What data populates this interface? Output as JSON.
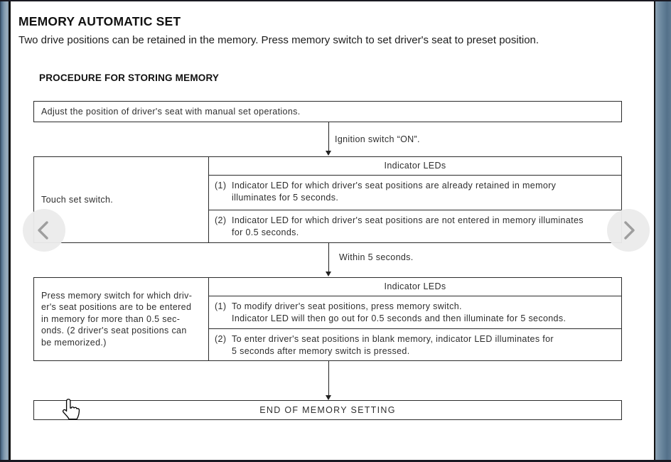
{
  "colors": {
    "frame_border": "#191922",
    "page_edge_light": "#8ea4b6",
    "page_edge_dark": "#3e5066",
    "box_border": "#2b2b2b",
    "text": "#2e2e2e",
    "nav_circle": "#ebebeb",
    "nav_chevron": "#9e9e9e"
  },
  "header": {
    "title": "MEMORY AUTOMATIC SET",
    "intro": "Two drive positions can be retained in the memory. Press memory switch to set driver's seat to preset position.",
    "section_title": "PROCEDURE FOR STORING MEMORY"
  },
  "flow": {
    "step1": "Adjust the position of driver's seat with manual set operations.",
    "arrow1_label": "Ignition switch “ON”.",
    "table1": {
      "left_cell": "Touch set switch.",
      "header": "Indicator LEDs",
      "rows": [
        {
          "num": "(1)",
          "text": "Indicator LED for which driver's seat positions are already retained in memory\nilluminates for 5 seconds."
        },
        {
          "num": "(2)",
          "text": "Indicator LED for which driver's seat positions are not entered in memory illuminates\nfor 0.5 seconds."
        }
      ]
    },
    "arrow2_label": "Within 5 seconds.",
    "table2": {
      "left_cell": "Press memory switch for which driv-\ner's seat positions are to be entered\nin memory for more than 0.5 sec-\nonds. (2 driver's seat positions can\nbe memorized.)",
      "header": "Indicator LEDs",
      "rows": [
        {
          "num": "(1)",
          "text": "To modify driver's seat positions, press memory switch.\nIndicator LED will then go out for 0.5 seconds and then illuminate for 5 seconds."
        },
        {
          "num": "(2)",
          "text": "To enter driver's seat positions in blank memory, indicator LED illuminates for\n5 seconds after memory switch is pressed."
        }
      ]
    },
    "end_box": "END OF MEMORY SETTING"
  },
  "nav": {
    "prev_icon": "chevron-left",
    "next_icon": "chevron-right"
  },
  "cursor_icon": "hand-pointer"
}
